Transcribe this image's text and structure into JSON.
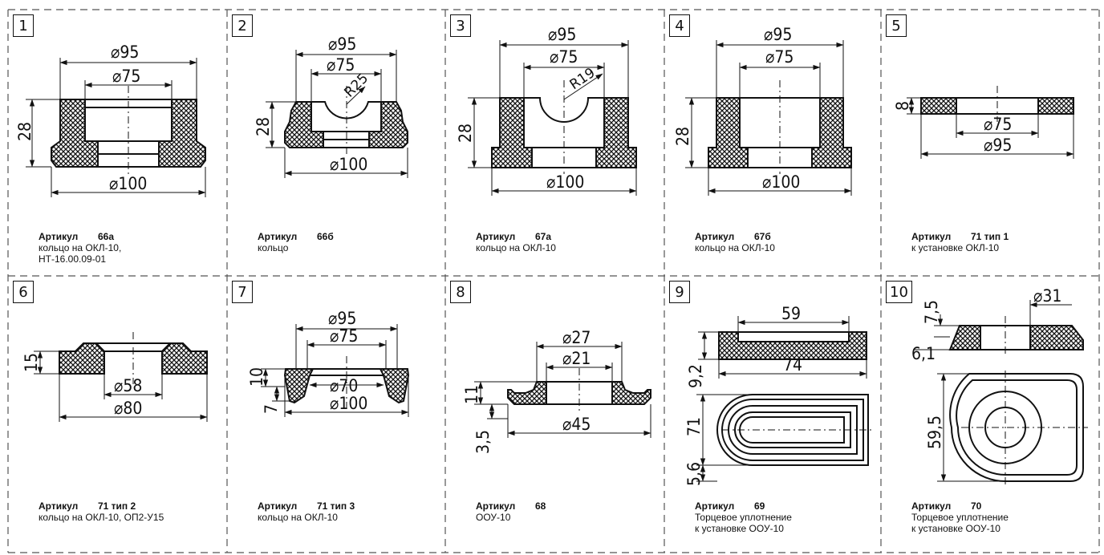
{
  "items": [
    {
      "num": "1",
      "article_label": "Артикул",
      "article": "66а",
      "desc": [
        "кольцо на ОКЛ-10,",
        "НТ-16.00.09-01"
      ],
      "dims": {
        "d_outer": "⌀95",
        "d_inner": "⌀75",
        "d_base": "⌀100",
        "height": "28"
      }
    },
    {
      "num": "2",
      "article_label": "Артикул",
      "article": "66б",
      "desc": [
        "кольцо"
      ],
      "dims": {
        "d_outer": "⌀95",
        "d_inner": "⌀75",
        "radius": "R25",
        "d_base": "⌀100",
        "height": "28"
      }
    },
    {
      "num": "3",
      "article_label": "Артикул",
      "article": "67а",
      "desc": [
        "кольцо на ОКЛ-10"
      ],
      "dims": {
        "d_outer": "⌀95",
        "d_inner": "⌀75",
        "radius": "R19",
        "d_base": "⌀100",
        "height": "28"
      }
    },
    {
      "num": "4",
      "article_label": "Артикул",
      "article": "67б",
      "desc": [
        "кольцо на ОКЛ-10"
      ],
      "dims": {
        "d_outer": "⌀95",
        "d_inner": "⌀75",
        "d_base": "⌀100",
        "height": "28"
      }
    },
    {
      "num": "5",
      "article_label": "Артикул",
      "article": "71 тип 1",
      "desc": [
        "к установке ОКЛ-10"
      ],
      "dims": {
        "height": "8",
        "d_inner": "⌀75",
        "d_outer": "⌀95"
      }
    },
    {
      "num": "6",
      "article_label": "Артикул",
      "article": "71 тип 2",
      "desc": [
        "кольцо на ОКЛ-10, ОП2-У15"
      ],
      "dims": {
        "height": "15",
        "d_inner": "⌀58",
        "d_outer": "⌀80"
      }
    },
    {
      "num": "7",
      "article_label": "Артикул",
      "article": "71 тип 3",
      "desc": [
        "кольцо на ОКЛ-10"
      ],
      "dims": {
        "d_outer": "⌀95",
        "d_mid": "⌀75",
        "d_hole": "⌀70",
        "d_base": "⌀100",
        "h1": "10",
        "h2": "7"
      }
    },
    {
      "num": "8",
      "article_label": "Артикул",
      "article": "68",
      "desc": [
        "ООУ-10"
      ],
      "dims": {
        "d_top": "⌀27",
        "d_hole": "⌀21",
        "d_base": "⌀45",
        "h1": "11",
        "h2": "3,5"
      }
    },
    {
      "num": "9",
      "article_label": "Артикул",
      "article": "69",
      "desc": [
        "Торцевое уплотнение",
        "к установке ООУ-10"
      ],
      "dims": {
        "w_inner": "59",
        "w_outer": "74",
        "h_section": "9,2",
        "h_plan": "71",
        "h_small": "5,6"
      }
    },
    {
      "num": "10",
      "article_label": "Артикул",
      "article": "70",
      "desc": [
        "Торцевое уплотнение",
        "к установке ООУ-10"
      ],
      "dims": {
        "d_hole": "⌀31",
        "h_top": "7,5",
        "h_bottom": "6,1",
        "h_plan": "59,5"
      }
    }
  ]
}
